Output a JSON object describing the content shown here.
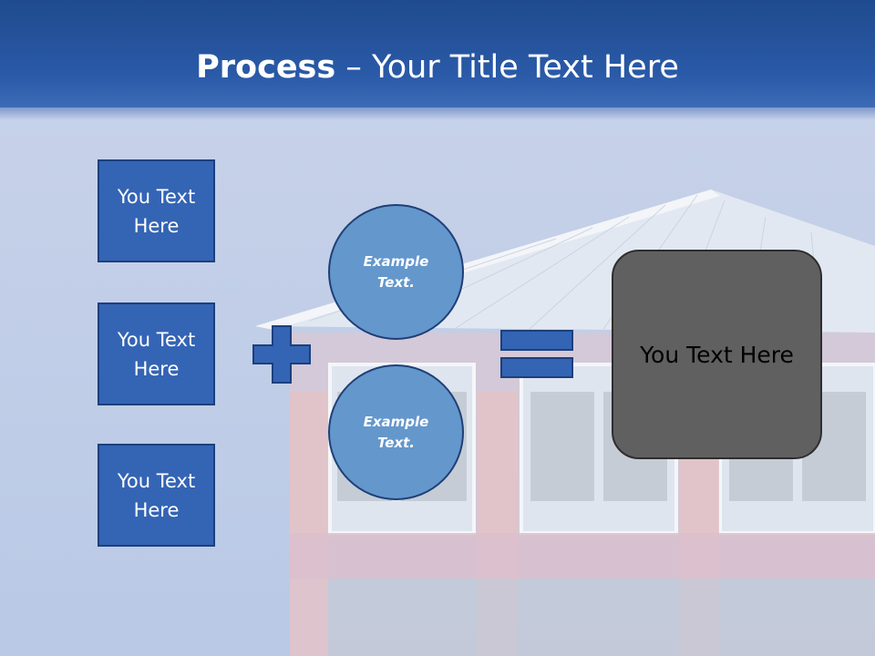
{
  "slide": {
    "title_bold": "Process",
    "title_rest": " – Your Title Text Here"
  },
  "left_boxes": [
    {
      "label": "You Text Here"
    },
    {
      "label": "You Text Here"
    },
    {
      "label": "You Text Here"
    }
  ],
  "circles": [
    {
      "label": "Example Text."
    },
    {
      "label": "Example Text."
    }
  ],
  "result_box": {
    "label": "You Text Here"
  },
  "icons": {
    "plus": "plus-icon",
    "equals": "equals-icon"
  },
  "colors": {
    "title_bar": "#2a5aa8",
    "box_fill": "#3464b4",
    "circle_fill": "#6497cc",
    "result_fill": "#606060",
    "background": "#c3cfe8"
  }
}
